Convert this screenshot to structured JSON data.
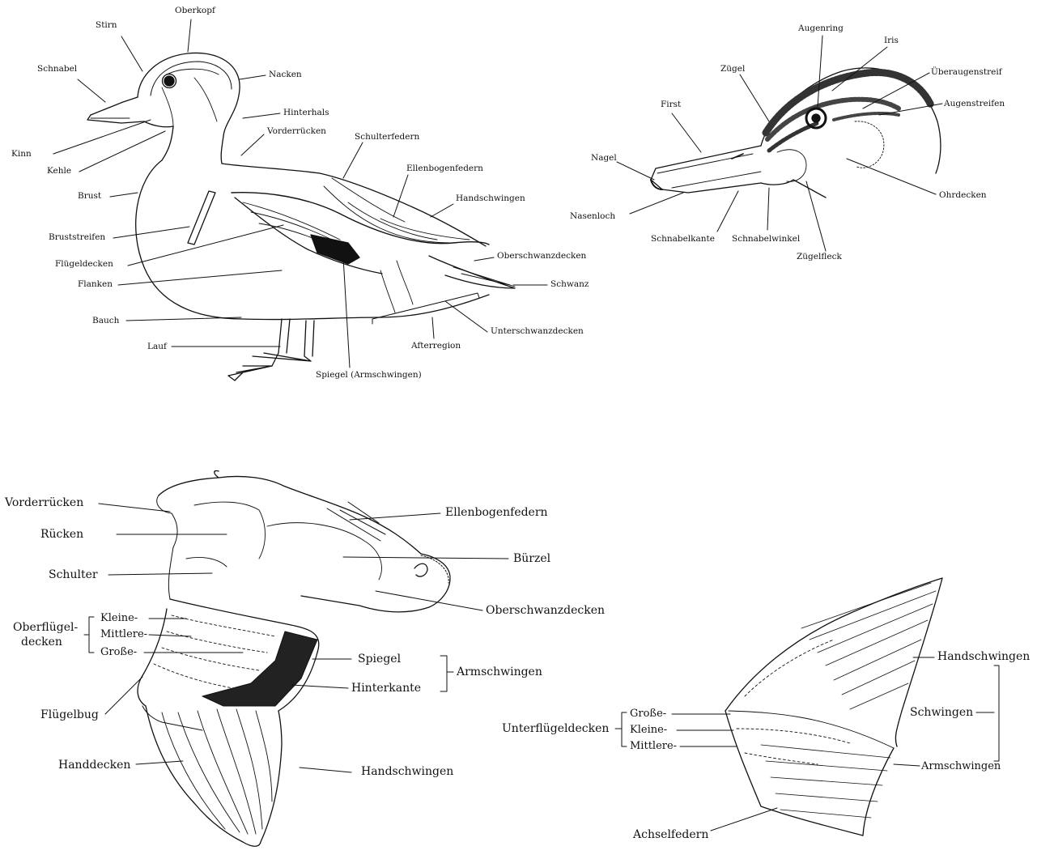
{
  "duck_side": {
    "labels": {
      "stirn": "Stirn",
      "oberkopf": "Oberkopf",
      "schnabel": "Schnabel",
      "nacken": "Nacken",
      "hinterhals": "Hinterhals",
      "vorderruecken": "Vorderrücken",
      "kinn": "Kinn",
      "kehle": "Kehle",
      "schulterfedern": "Schulterfedern",
      "ellenbogenfedern": "Ellenbogenfedern",
      "brust": "Brust",
      "handschwingen": "Handschwingen",
      "bruststreifen": "Bruststreifen",
      "fluegeldecken": "Flügeldecken",
      "oberschwanzdecken": "Oberschwanzdecken",
      "flanken": "Flanken",
      "schwanz": "Schwanz",
      "bauch": "Bauch",
      "unterschwanzdecken": "Unterschwanzdecken",
      "lauf": "Lauf",
      "afterregion": "Afterregion",
      "spiegel": "Spiegel (Armschwingen)"
    }
  },
  "duck_head": {
    "labels": {
      "augenring": "Augenring",
      "iris": "Iris",
      "zuegel": "Zügel",
      "ueberaugenstreif": "Überaugenstreif",
      "first": "First",
      "augenstreifen": "Augenstreifen",
      "nagel": "Nagel",
      "ohrdecken": "Ohrdecken",
      "nasenloch": "Nasenloch",
      "schnabelkante": "Schnabelkante",
      "schnabelwinkel": "Schnabelwinkel",
      "zuegelfleck": "Zügelfleck"
    }
  },
  "duck_top": {
    "labels": {
      "vorderruecken": "Vorderrücken",
      "ruecken": "Rücken",
      "schulter": "Schulter",
      "ellenbogenfedern": "Ellenbogenfedern",
      "buerzel": "Bürzel",
      "oberschwanzdecken": "Oberschwanzdecken",
      "oberfluegeldecken_1": "Oberflügel-",
      "oberfluegeldecken_2": "decken",
      "kleine": "Kleine-",
      "mittlere": "Mittlere-",
      "grosse": "Große-",
      "spiegel": "Spiegel",
      "hinterkante": "Hinterkante",
      "armschwingen": "Armschwingen",
      "fluegelbug": "Flügelbug",
      "handdecken": "Handdecken",
      "handschwingen": "Handschwingen"
    }
  },
  "underwing": {
    "labels": {
      "handschwingen": "Handschwingen",
      "schwingen": "Schwingen",
      "unterfluegeldecken": "Unterflügeldecken",
      "grosse": "Große-",
      "kleine": "Kleine-",
      "mittlere": "Mittlere-",
      "armschwingen": "Armschwingen",
      "achselfedern": "Achselfedern"
    }
  }
}
